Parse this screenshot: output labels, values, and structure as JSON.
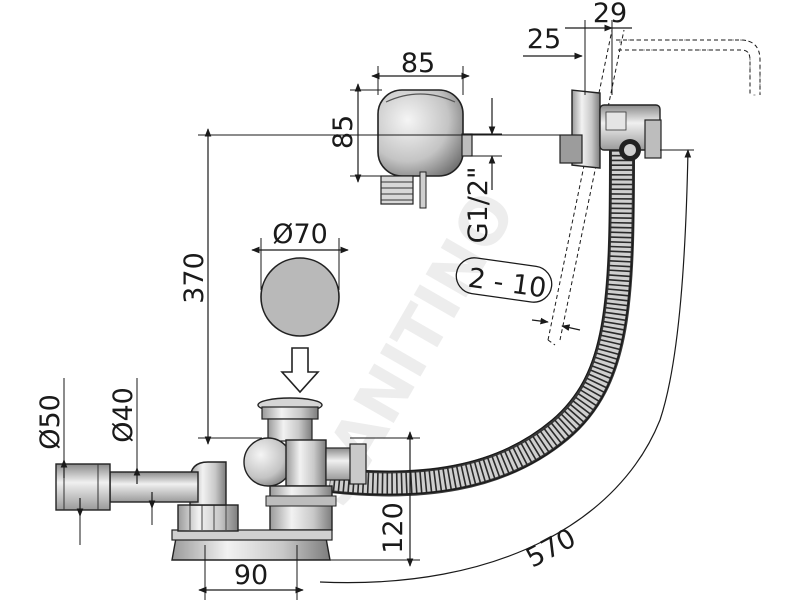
{
  "dimensions": {
    "overflow_width": "85",
    "overflow_height": "85",
    "thread": "G1/2\"",
    "plug_diameter": "Ø70",
    "height": "370",
    "outlet_d50": "Ø50",
    "outlet_d40": "Ø40",
    "drain_offset": "90",
    "trap_height": "120",
    "hose_length": "570",
    "wall_range": "2 - 10",
    "flange_25": "25",
    "flange_29": "29"
  },
  "watermark": "SANITINO",
  "colors": {
    "line": "#1a1a1a",
    "chrome_light": "#d9d9d9",
    "chrome_dark": "#8a8a8a",
    "plug_gray": "#b8b8b8",
    "hose_dark": "#3a3a3a"
  }
}
